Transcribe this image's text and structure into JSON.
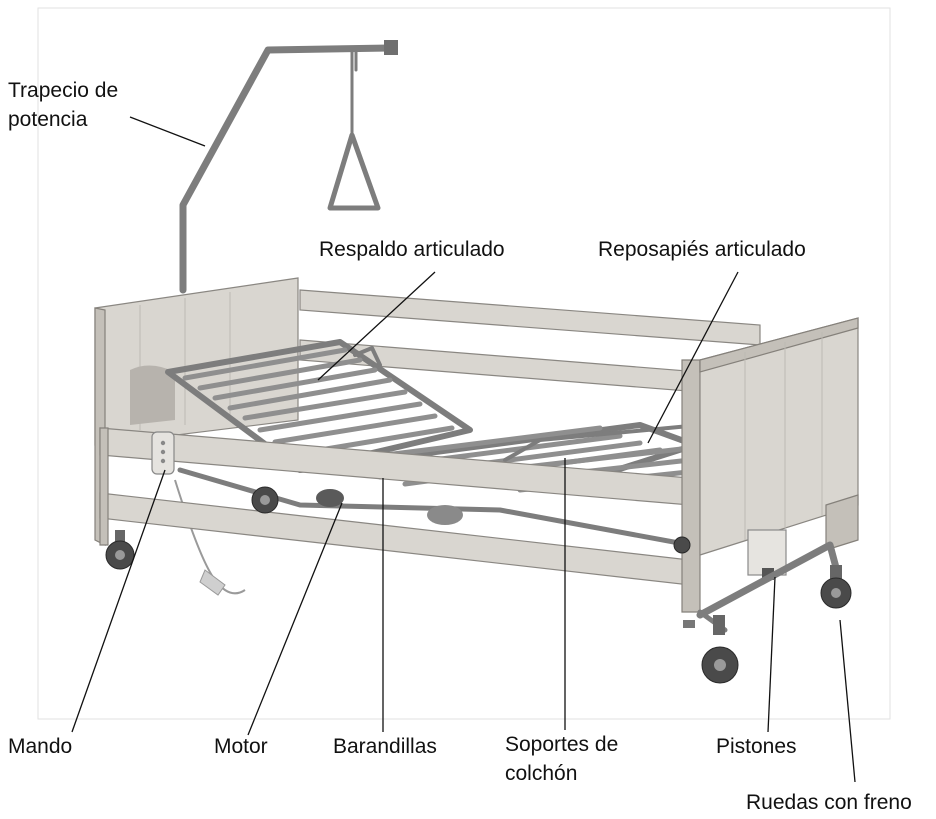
{
  "labels": {
    "trapecio_line1": "Trapecio de",
    "trapecio_line2": "potencia",
    "respaldo": "Respaldo articulado",
    "reposapies": "Reposapiés articulado",
    "mando": "Mando",
    "motor": "Motor",
    "barandillas": "Barandillas",
    "soportes_line1": "Soportes de",
    "soportes_line2": "colchón",
    "pistones": "Pistones",
    "ruedas": "Ruedas con freno"
  },
  "colors": {
    "text": "#111111",
    "wood": "#d9d6d0",
    "metal": "#7d7d7d",
    "wheel": "#4a4a4a"
  }
}
